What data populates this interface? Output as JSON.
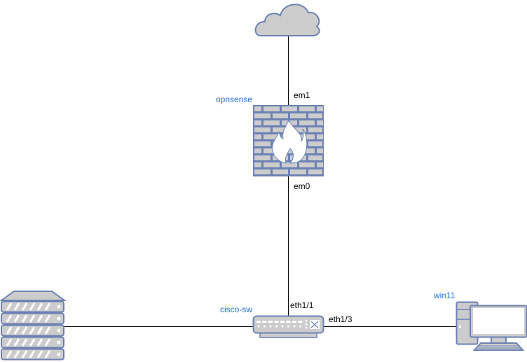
{
  "nodes": {
    "internet": {
      "icon": "cloud-icon"
    },
    "firewall": {
      "label": "opnsense",
      "icon": "firewall-icon"
    },
    "switch": {
      "label": "cisco-sw",
      "icon": "switch-icon"
    },
    "server": {
      "icon": "server-rack-icon"
    },
    "pc": {
      "label": "win11",
      "icon": "desktop-pc-icon"
    }
  },
  "ports": {
    "fw_wan": "em1",
    "fw_lan": "em0",
    "sw_uplink": "eth1/1",
    "sw_pc": "eth1/3"
  },
  "colors": {
    "stroke": "#6c82b5",
    "fill": "#cccccc",
    "label": "#1a6fd6"
  }
}
